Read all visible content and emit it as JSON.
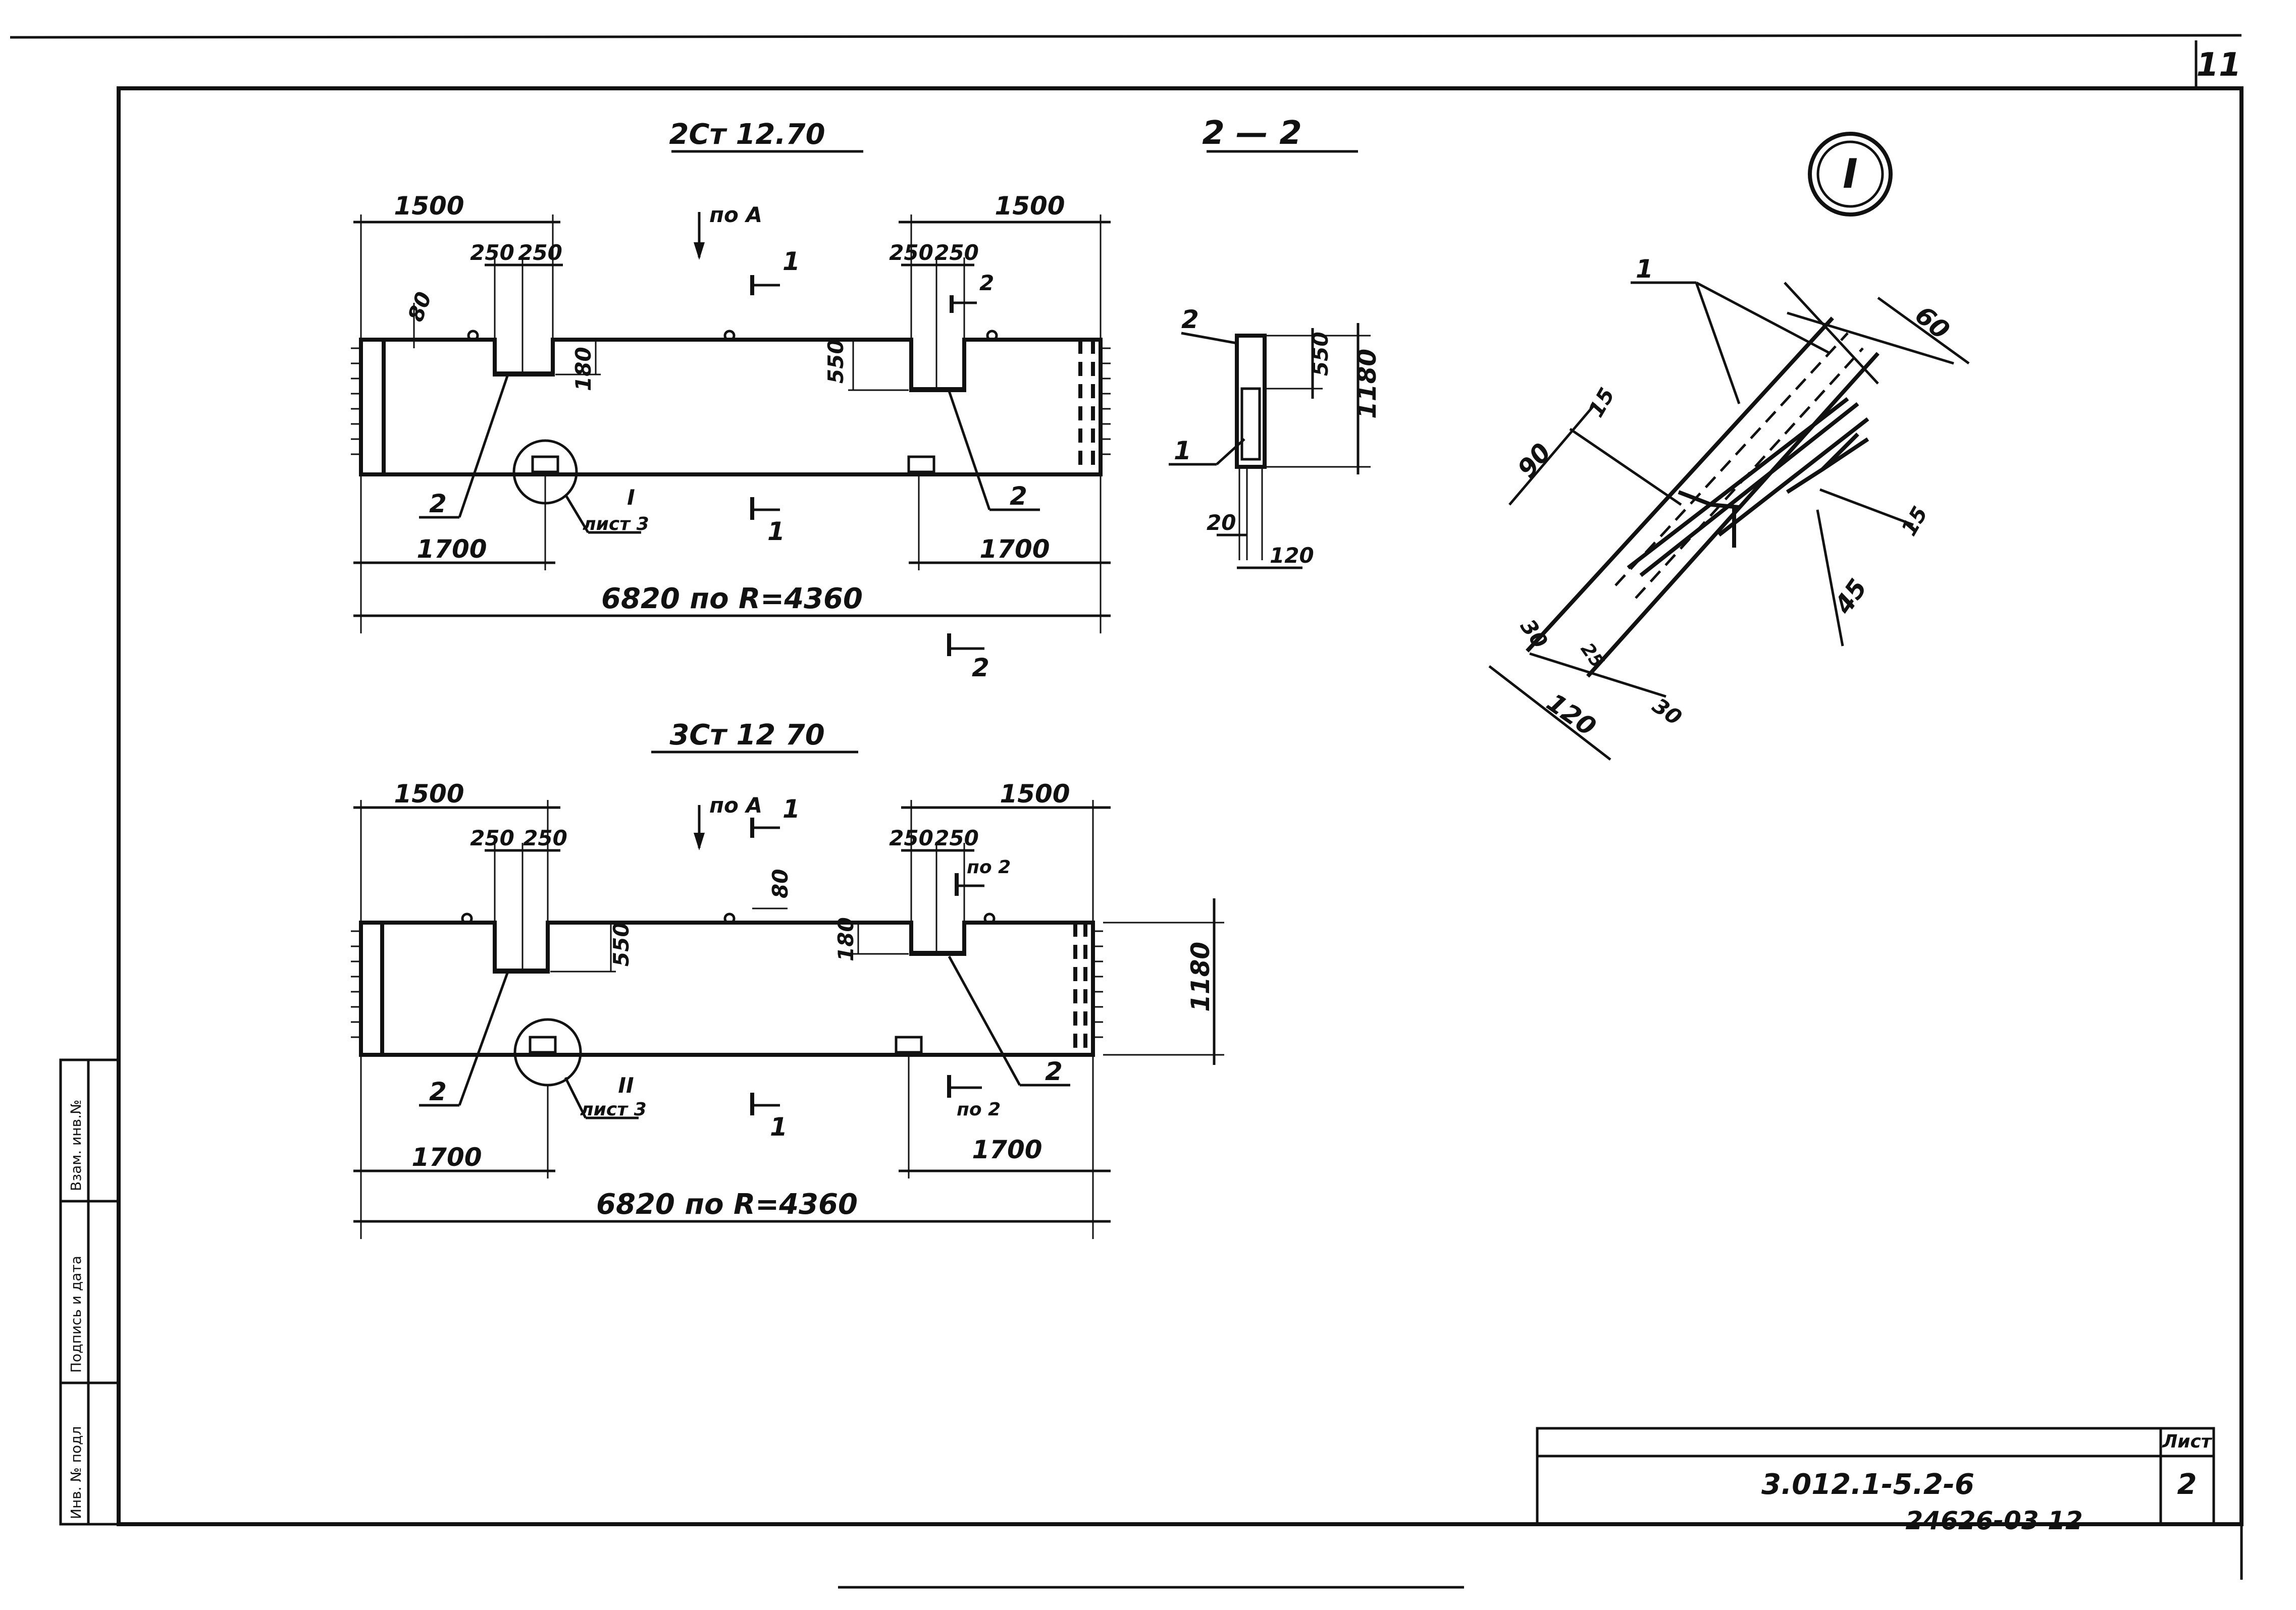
{
  "sheet": {
    "page_number": "11",
    "designation": "3.012.1-5.2-6",
    "sheet_label": "Лист",
    "sheet_number": "2",
    "archive_number": "24626-03  12"
  },
  "stamp": {
    "col1": "Инв. № подл",
    "col2": "Подпись и дата",
    "col3": "Взам. инв.№"
  },
  "top_view": {
    "title": "2Ст 12.70",
    "dim_top_left": "1500",
    "dim_top_right": "1500",
    "dim_slot_left_a": "250",
    "dim_slot_left_b": "250",
    "dim_slot_right_a": "250",
    "dim_slot_right_b": "250",
    "dim_80": "80",
    "dim_550": "550",
    "dim_180": "180",
    "arrow_label": "по А",
    "section_mark_1": "1",
    "section_mark_2": "2",
    "bottom_section_1": "1",
    "callout_left": "2",
    "callout_right": "2",
    "detail_ref_num": "I",
    "detail_ref_sheet": "лист 3",
    "dim_bottom_left": "1700",
    "dim_bottom_right": "1700",
    "dim_total": "6820  по  R=4360",
    "cut_mark": "2"
  },
  "section_22": {
    "title": "2 — 2",
    "callout_2": "2",
    "callout_1": "1",
    "dim_550": "550",
    "dim_1180": "1180",
    "dim_20": "20",
    "dim_120": "120"
  },
  "bottom_view": {
    "title": "3Ст 12 70",
    "dim_top_left": "1500",
    "dim_top_right": "1500",
    "dim_slot_left_a": "250",
    "dim_slot_left_b": "250",
    "dim_slot_right_a": "250",
    "dim_slot_right_b": "250",
    "arrow_label": "по А",
    "section_mark_1": "1",
    "section_mark_po2": "по 2",
    "dim_80": "80",
    "dim_550": "550",
    "dim_180": "180",
    "dim_1180": "1180",
    "callout_left": "2",
    "callout_right": "2",
    "detail_ref_num": "II",
    "detail_ref_sheet": "лист 3",
    "bottom_section_1": "1",
    "bottom_po2": "по 2",
    "dim_bottom_left": "1700",
    "dim_bottom_right": "1700",
    "dim_total": "6820  по  R=4360"
  },
  "detail_I": {
    "label": "I",
    "callout_1": "1",
    "dim_60": "60",
    "dim_15_top": "15",
    "dim_90": "90",
    "dim_15_right": "15",
    "dim_45": "45",
    "dim_30_left": "30",
    "dim_25": "25",
    "dim_120": "120",
    "dim_30_bottom": "30"
  }
}
